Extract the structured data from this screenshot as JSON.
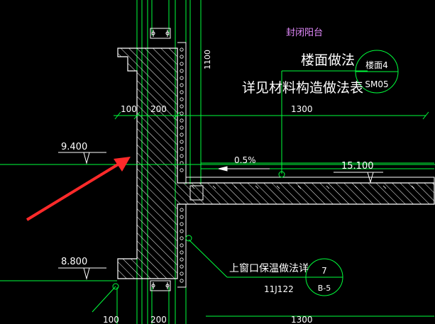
{
  "labels": {
    "closed_balcony": "封闭阳台",
    "floor_method": "楼面做法",
    "see_table": "详见材料构造做法表",
    "callout_top": "楼面4",
    "callout_bottom": "SM05",
    "dim_100_top": "100",
    "dim_200_top": "200",
    "dim_1300_top": "1300",
    "level_9400": "9.400",
    "level_8800": "8.800",
    "level_15100": "15.100",
    "slope": "0.5%",
    "vertical_dim": "1100",
    "window_insulation": "上窗口保温做法详",
    "atlas_code": "11J122",
    "detail_num": "7",
    "detail_ref": "B-5",
    "dim_100_bottom": "100",
    "dim_200_bottom": "200",
    "dim_1300_bottom": "1300"
  },
  "colors": {
    "background": "#000000",
    "green": "#00ff3c",
    "white": "#ffffff",
    "magenta": "#e58bff",
    "arrow": "#ff2a2a"
  }
}
